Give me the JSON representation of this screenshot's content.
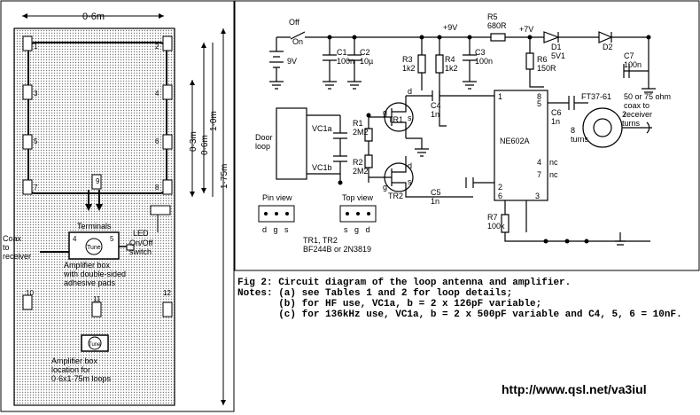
{
  "loop_layout": {
    "width_dim": "0·6m",
    "height_outer_dim": "1·75m",
    "height_loop_dim": "1·0m",
    "inner_dim_a": "0·6m",
    "inner_dim_b": "0·3m",
    "terminals": [
      "1",
      "2",
      "3",
      "4",
      "5",
      "6",
      "7",
      "8",
      "9",
      "10",
      "11",
      "12"
    ],
    "terminals_label": "Terminals",
    "led_label": "LED",
    "coax_label": "Coax\nto\nreceiver",
    "switch_label": "On/Off\nswitch",
    "box_label": "Amplifier box\nwith double-sided\nadhesive pads",
    "tune_label": "Tune",
    "pin_4": "4",
    "pin_5": "5",
    "location_label": "Amplifier box\nlocation for\n0·6x1·75m loops"
  },
  "circuit": {
    "switch_off": "Off",
    "switch_on": "On",
    "battery": "9V",
    "c1": "C1\n100n",
    "c2": "C2\n10µ",
    "r3": "R3\n1k2",
    "r4": "R4\n1k2",
    "c3": "C3\n100n",
    "rail_9v": "+9V",
    "r5": "R5\n680R",
    "rail_7v": "+7V",
    "d1": "D1\n5V1",
    "d2": "D2",
    "r6": "R6\n150R",
    "c7": "C7\n100n",
    "coax_out": "50 or 75 ohm\ncoax to\nreceiver",
    "c4": "C4\n1n",
    "c5": "C5\n1n",
    "c6": "C6\n1n",
    "ft": "FT37-61",
    "turns2": "2\nturns",
    "turns8": "8\nturns",
    "ic": "NE602A",
    "ic_pins": {
      "p1": "1",
      "p2": "2",
      "p3": "3",
      "p4": "4",
      "p5": "5",
      "p6": "6",
      "p7": "7",
      "p8": "8",
      "nc": "nc"
    },
    "door": "Door\nloop",
    "vc1a": "VC1a",
    "vc1b": "VC1b",
    "r1": "R1\n2M2",
    "r2": "R2\n2M2",
    "tr1": "TR1",
    "tr2": "TR2",
    "d": "d",
    "g": "g",
    "s": "s",
    "r7": "R7\n100k",
    "pin_view": "Pin view",
    "top_view": "Top view",
    "pin_labels": "d   g   s",
    "top_labels": "s   g   d",
    "tr_type": "TR1, TR2\nBF244B or 2N3819"
  },
  "caption": {
    "fig": "Fig 2: Circuit diagram of the loop antenna and amplifier.",
    "note_a": "Notes: (a) see Tables 1 and 2 for loop details;",
    "note_b": "       (b) for HF use, VC1a, b = 2 x 126pF variable;",
    "note_c": "       (c) for 136kHz use, VC1a, b = 2 x 500pF variable and C4, 5, 6 = 10nF."
  },
  "url": "http://www.qsl.net/va3iul"
}
